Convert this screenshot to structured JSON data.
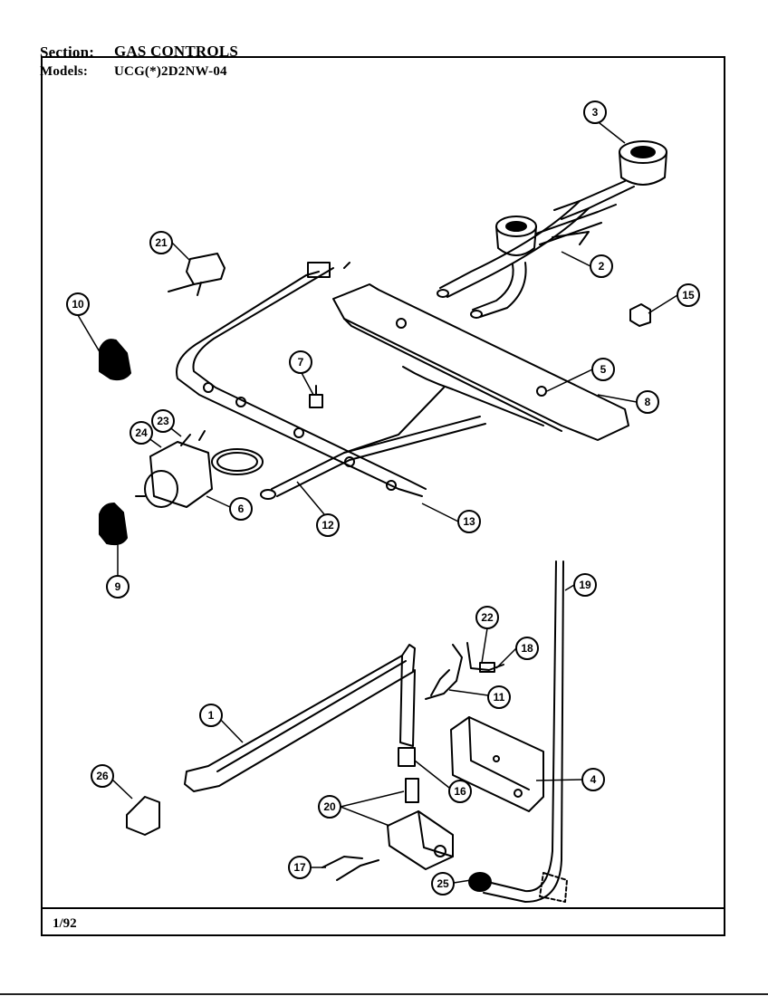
{
  "header": {
    "section_label": "Section:",
    "section_value": "GAS CONTROLS",
    "models_label": "Models:",
    "models_value": "UCG(*)2D2NW-04"
  },
  "footer": {
    "date_code": "1/92"
  },
  "callouts": {
    "c1": "1",
    "c2": "2",
    "c3": "3",
    "c4": "4",
    "c5": "5",
    "c6": "6",
    "c7": "7",
    "c8": "8",
    "c9": "9",
    "c10": "10",
    "c11": "11",
    "c12": "12",
    "c13": "13",
    "c15": "15",
    "c16": "16",
    "c17": "17",
    "c18": "18",
    "c19": "19",
    "c20": "20",
    "c21": "21",
    "c22": "22",
    "c23": "23",
    "c24": "24",
    "c25": "25",
    "c26": "26"
  }
}
